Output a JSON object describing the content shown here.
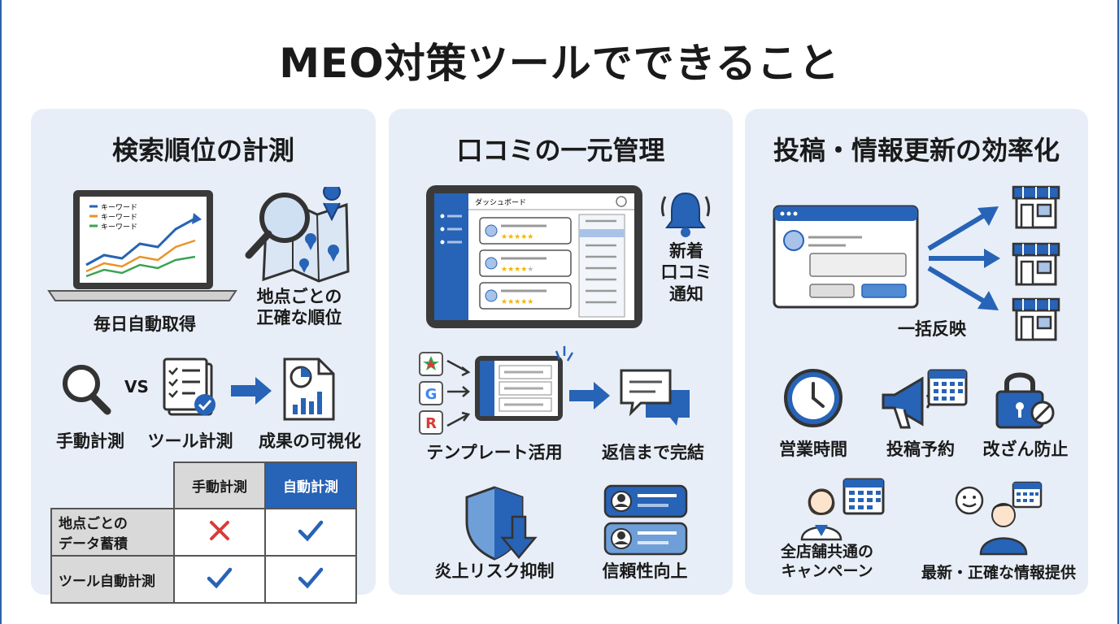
{
  "title": "MEO対策ツールでできること",
  "colors": {
    "accent": "#2763b6",
    "panel": "#e8eef7",
    "dark": "#1a1a1a"
  },
  "panels": [
    {
      "title": "検索順位の計測",
      "laptop_legend": [
        "キーワード",
        "キーワード",
        "キーワード"
      ],
      "daily_label": "毎日自動取得",
      "location_label": "地点ごとの\n正確な順位",
      "vs": "VS",
      "manual_label": "手動計測",
      "tool_label": "ツール計測",
      "visual_label": "成果の可視化",
      "table": {
        "headers": [
          "手動計測",
          "自動計測"
        ],
        "rows": [
          {
            "label": "地点ごとの\nデータ蓄積",
            "manual": "cross-icon",
            "auto": "check-icon"
          },
          {
            "label": "ツール自動計測",
            "manual": "check-icon",
            "auto": "check-icon"
          }
        ]
      }
    },
    {
      "title": "口コミの一元管理",
      "dashboard_label": "ダッシュボード",
      "notify_label": "新着\n口コミ\n通知",
      "template_label": "テンプレート活用",
      "reply_label": "返信まで完結",
      "risk_label": "炎上リスク抑制",
      "trust_label": "信頼性向上"
    },
    {
      "title": "投稿・情報更新の効率化",
      "bulk_label": "一括反映",
      "hours_label": "営業時間",
      "schedule_label": "投稿予約",
      "tamper_label": "改ざん防止",
      "campaign_label": "全店舗共通の\nキャンペーン",
      "info_label": "最新・正確な情報提供"
    }
  ]
}
